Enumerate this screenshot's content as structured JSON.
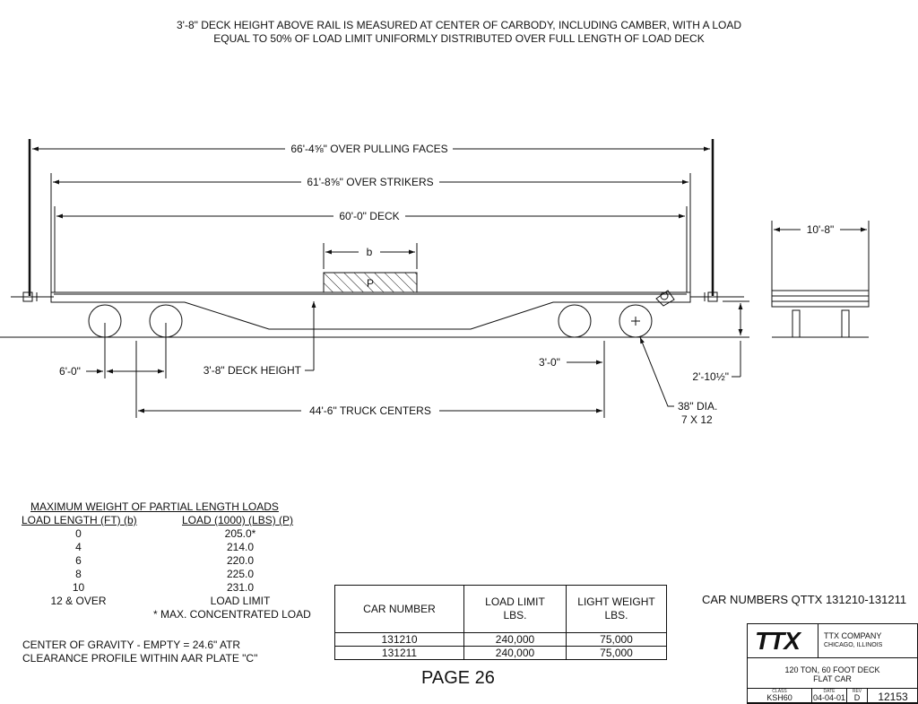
{
  "header_note": {
    "line1": "3'-8\" DECK HEIGHT ABOVE RAIL IS MEASURED AT CENTER OF CARBODY, INCLUDING CAMBER, WITH A LOAD",
    "line2": "EQUAL TO 50% OF LOAD LIMIT UNIFORMLY DISTRIBUTED OVER FULL LENGTH OF LOAD DECK"
  },
  "dimensions": {
    "pulling_faces": "66'-4⅝\" OVER PULLING FACES",
    "strikers": "61'-8⅝\" OVER STRIKERS",
    "deck": "60'-0\" DECK",
    "width": "10'-8\"",
    "load_length_b": "b",
    "load_p": "P",
    "axle_spacing": "6'-0\"",
    "deck_height": "3'-8\" DECK HEIGHT",
    "wheel_offset": "3'-0\"",
    "coupler_height": "2'-10½\"",
    "truck_centers": "44'-6\" TRUCK CENTERS",
    "wheel_dia": "38\" DIA.",
    "axle_size": "7 X 12"
  },
  "partial_loads": {
    "title": "MAXIMUM WEIGHT OF PARTIAL LENGTH LOADS",
    "col1": "LOAD LENGTH (FT) (b)",
    "col2": "LOAD (1000) (LBS) (P)",
    "rows": [
      {
        "length": "0",
        "load": "205.0*"
      },
      {
        "length": "4",
        "load": "214.0"
      },
      {
        "length": "6",
        "load": "220.0"
      },
      {
        "length": "8",
        "load": "225.0"
      },
      {
        "length": "10",
        "load": "231.0"
      },
      {
        "length": "12 & OVER",
        "load": "LOAD LIMIT"
      }
    ],
    "footnote": "* MAX. CONCENTRATED LOAD"
  },
  "notes": {
    "cog": "CENTER OF GRAVITY - EMPTY = 24.6\" ATR",
    "clearance": "CLEARANCE PROFILE WITHIN AAR PLATE \"C\""
  },
  "car_table": {
    "headers": [
      "CAR NUMBER",
      "LOAD LIMIT LBS.",
      "LIGHT WEIGHT LBS."
    ],
    "rows": [
      [
        "131210",
        "240,000",
        "75,000"
      ],
      [
        "131211",
        "240,000",
        "75,000"
      ]
    ]
  },
  "car_numbers": "CAR NUMBERS QTTX 131210-131211",
  "page_label": "PAGE 26",
  "title_block": {
    "logo": "TTX",
    "company": "TTX COMPANY",
    "city": "CHICAGO, ILLINOIS",
    "desc1": "120 TON, 60 FOOT DECK",
    "desc2": "FLAT CAR",
    "class_label": "CLASS",
    "class_val": "KSH60",
    "date_label": "DATE",
    "date_val": "04-04-01",
    "rev_label": "REV",
    "rev_val": "D",
    "number": "12153"
  }
}
